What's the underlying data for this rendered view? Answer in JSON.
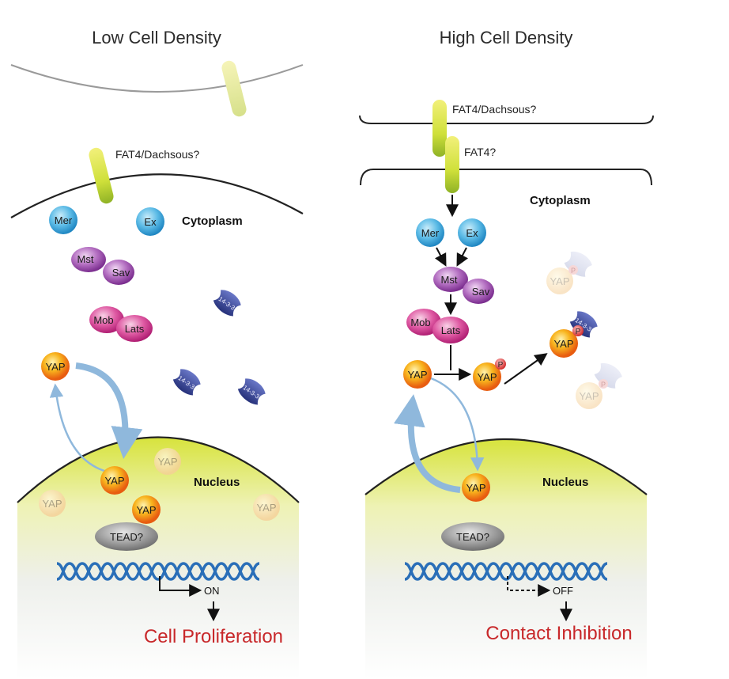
{
  "left": {
    "title": "Low Cell Density",
    "receptor_label": "FAT4/Dachsous?",
    "cytoplasm_label": "Cytoplasm",
    "nucleus_label": "Nucleus",
    "mer": "Mer",
    "ex": "Ex",
    "mst": "Mst",
    "sav": "Sav",
    "mob": "Mob",
    "lats": "Lats",
    "yap": "YAP",
    "fourteen33": "14-3-3",
    "tead": "TEAD?",
    "switch": "ON",
    "outcome": "Cell Proliferation"
  },
  "right": {
    "title": "High Cell Density",
    "receptor_label_top": "FAT4/Dachsous?",
    "receptor_label_bottom": "FAT4?",
    "cytoplasm_label": "Cytoplasm",
    "nucleus_label": "Nucleus",
    "mer": "Mer",
    "ex": "Ex",
    "mst": "Mst",
    "sav": "Sav",
    "mob": "Mob",
    "lats": "Lats",
    "yap": "YAP",
    "phospho": "P",
    "fourteen33": "14-3-3",
    "tead": "TEAD?",
    "switch": "OFF",
    "outcome": "Contact Inhibition"
  },
  "colors": {
    "outcome_red": "#c8282a",
    "arrow_blue": "#8fb8dc",
    "dna_blue": "#2a6fb8"
  }
}
